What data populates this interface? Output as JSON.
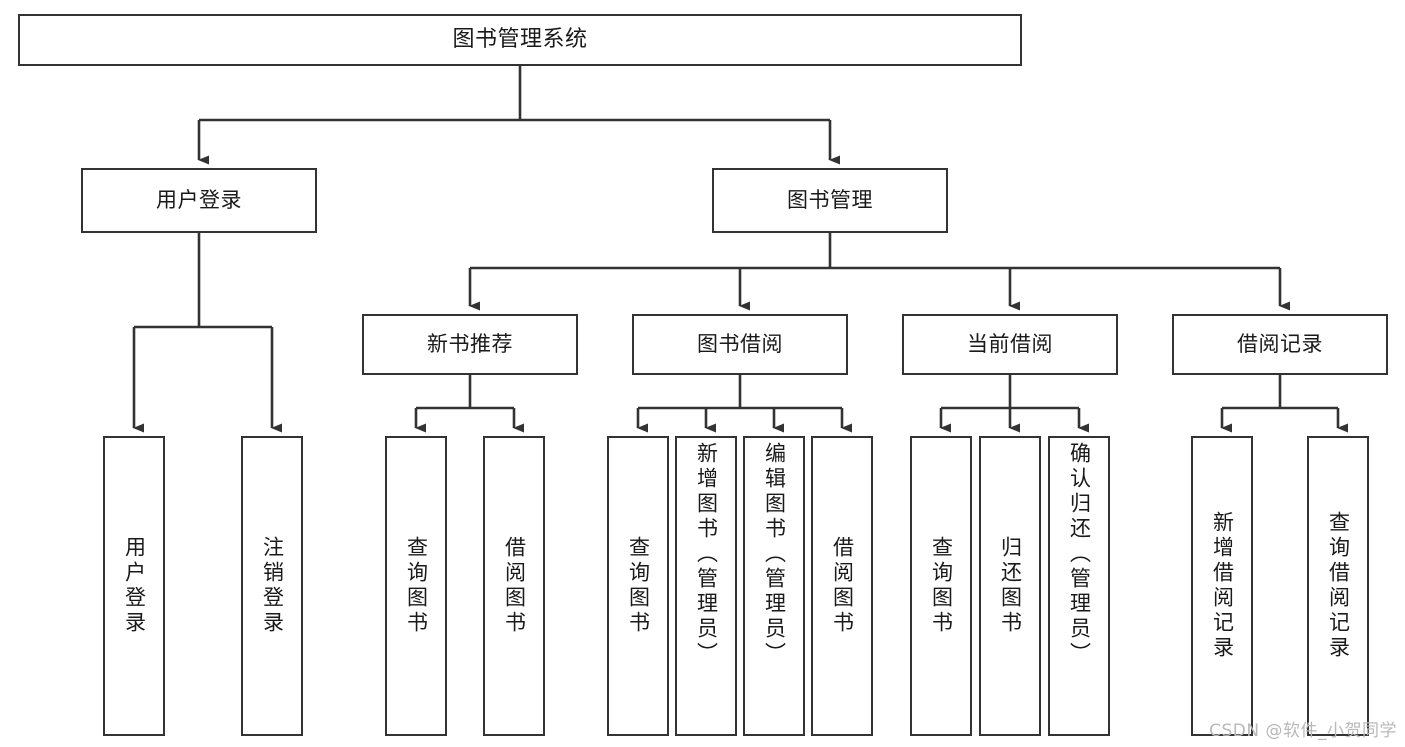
{
  "diagram": {
    "title": "图书管理系统",
    "type": "tree",
    "orientation": "top-down",
    "colors": {
      "box_border": "#333333",
      "box_fill": "#ffffff",
      "edge": "#333333",
      "text": "#1a1a1a",
      "watermark": "#b9b9b9",
      "background": "#ffffff"
    }
  },
  "watermark": {
    "text": "CSDN @软件_小贺同学"
  },
  "nodes": {
    "root": {
      "id": "root",
      "label": "图书管理系统",
      "level": 1,
      "orientation": "horizontal"
    },
    "level2": [
      {
        "id": "user-login",
        "label": "用户登录",
        "level": 2,
        "orientation": "horizontal"
      },
      {
        "id": "book-manage",
        "label": "图书管理",
        "level": 2,
        "orientation": "horizontal"
      }
    ],
    "level3": [
      {
        "id": "new-book-rec",
        "label": "新书推荐",
        "level": 3,
        "orientation": "horizontal",
        "parent": "book-manage"
      },
      {
        "id": "book-borrow",
        "label": "图书借阅",
        "level": 3,
        "orientation": "horizontal",
        "parent": "book-manage"
      },
      {
        "id": "current-borrow",
        "label": "当前借阅",
        "level": 3,
        "orientation": "horizontal",
        "parent": "book-manage"
      },
      {
        "id": "borrow-record",
        "label": "借阅记录",
        "level": 3,
        "orientation": "horizontal",
        "parent": "book-manage"
      }
    ],
    "leaves": [
      {
        "id": "leaf-user-login",
        "label": "用户登录",
        "level": 3,
        "orientation": "vertical",
        "parent": "user-login"
      },
      {
        "id": "leaf-user-logout",
        "label": "注销登录",
        "level": 3,
        "orientation": "vertical",
        "parent": "user-login"
      },
      {
        "id": "leaf-query-book-1",
        "label": "查询图书",
        "level": 4,
        "orientation": "vertical",
        "parent": "new-book-rec"
      },
      {
        "id": "leaf-borrow-book-1",
        "label": "借阅图书",
        "level": 4,
        "orientation": "vertical",
        "parent": "new-book-rec"
      },
      {
        "id": "leaf-query-book-2",
        "label": "查询图书",
        "level": 4,
        "orientation": "vertical",
        "parent": "book-borrow"
      },
      {
        "id": "leaf-add-book",
        "label": "新增图书（管理员）",
        "level": 4,
        "orientation": "vertical",
        "parent": "book-borrow"
      },
      {
        "id": "leaf-edit-book",
        "label": "编辑图书（管理员）",
        "level": 4,
        "orientation": "vertical",
        "parent": "book-borrow"
      },
      {
        "id": "leaf-borrow-book-2",
        "label": "借阅图书",
        "level": 4,
        "orientation": "vertical",
        "parent": "book-borrow"
      },
      {
        "id": "leaf-query-book-3",
        "label": "查询图书",
        "level": 4,
        "orientation": "vertical",
        "parent": "current-borrow"
      },
      {
        "id": "leaf-return-book",
        "label": "归还图书",
        "level": 4,
        "orientation": "vertical",
        "parent": "current-borrow"
      },
      {
        "id": "leaf-confirm-return",
        "label": "确认归还（管理员）",
        "level": 4,
        "orientation": "vertical",
        "parent": "current-borrow"
      },
      {
        "id": "leaf-add-record",
        "label": "新增借阅记录",
        "level": 4,
        "orientation": "vertical",
        "parent": "borrow-record"
      },
      {
        "id": "leaf-query-record",
        "label": "查询借阅记录",
        "level": 4,
        "orientation": "vertical",
        "parent": "borrow-record"
      }
    ]
  }
}
